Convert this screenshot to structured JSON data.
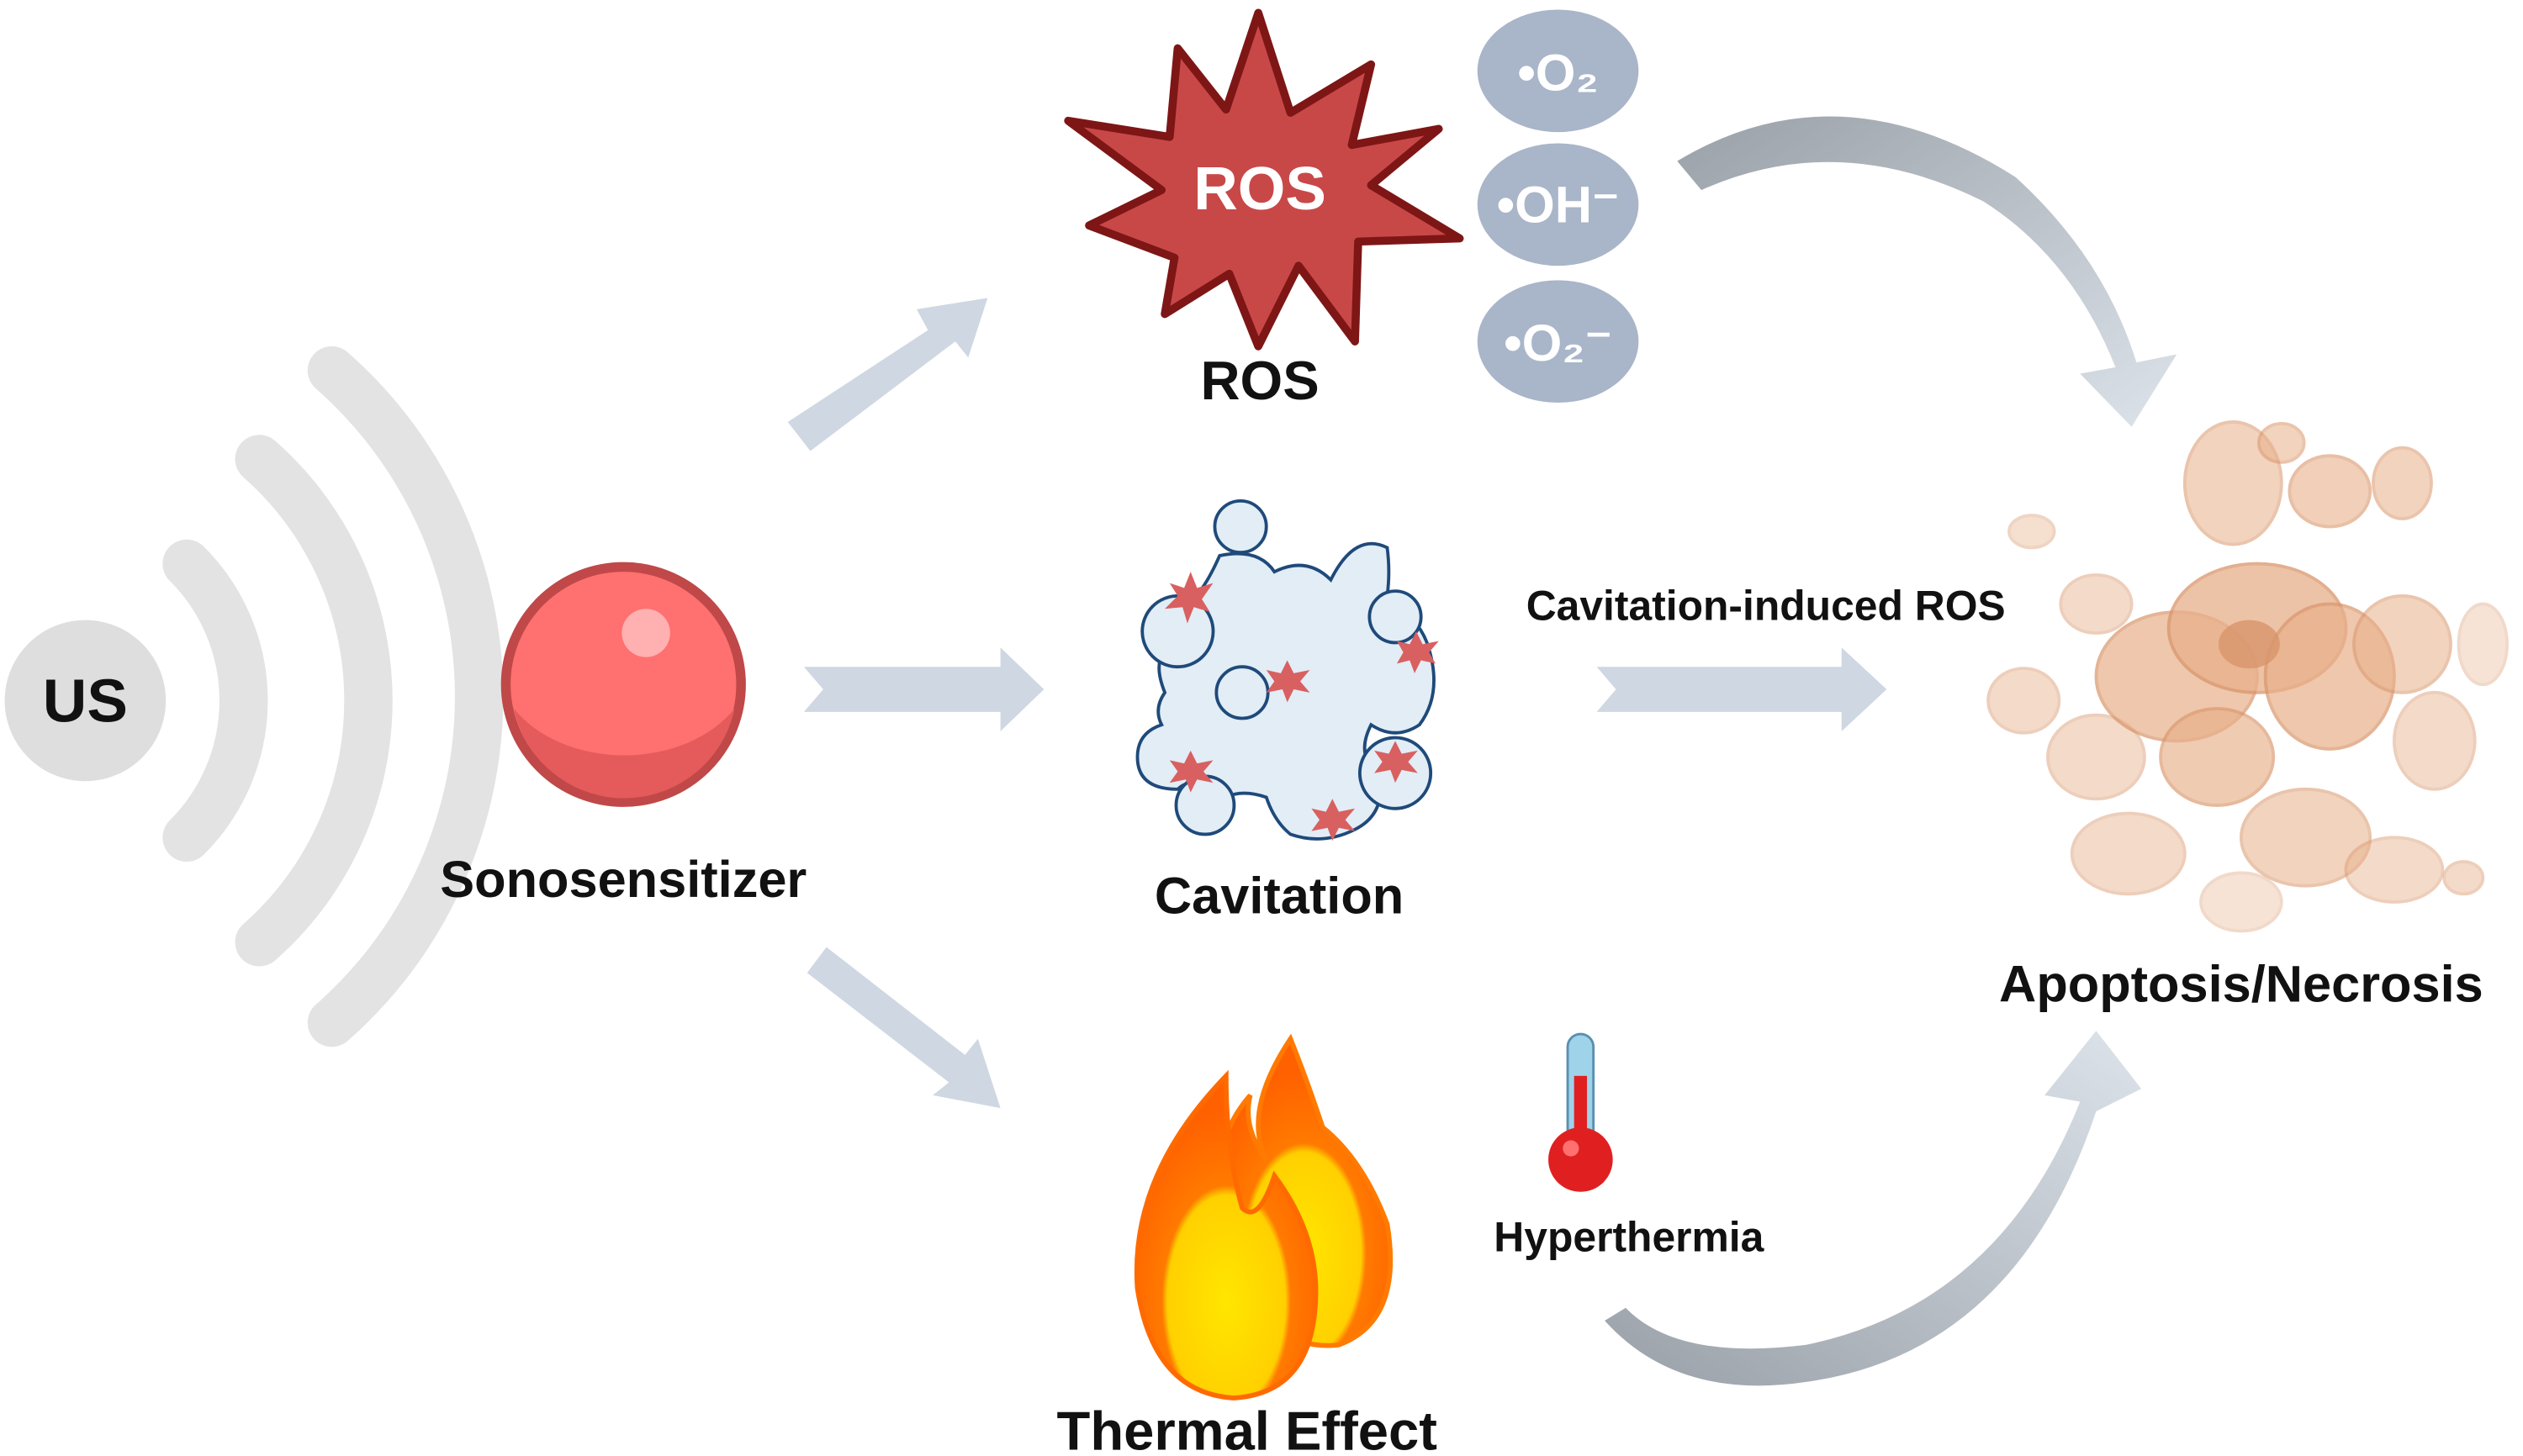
{
  "source": {
    "label": "US"
  },
  "sonosensitizer": {
    "label": "Sonosensitizer",
    "color": "#ff7070"
  },
  "ros": {
    "star_text": "ROS",
    "label": "ROS",
    "color": "#c84848",
    "radicals": [
      "•O₂",
      "•OH⁻",
      "•O₂⁻"
    ],
    "radical_color": "#a9b5c8"
  },
  "cavitation": {
    "label": "Cavitation",
    "arrow_label": "Cavitation-induced ROS"
  },
  "thermal": {
    "label": "Thermal Effect",
    "sub_label": "Hyperthermia"
  },
  "outcome": {
    "label": "Apoptosis/Necrosis",
    "color": "#e8b08a"
  },
  "colors": {
    "arrow": "#cfd7e2",
    "curved_arrow": "#a9aeb6",
    "waves": "#e3e3e3"
  }
}
